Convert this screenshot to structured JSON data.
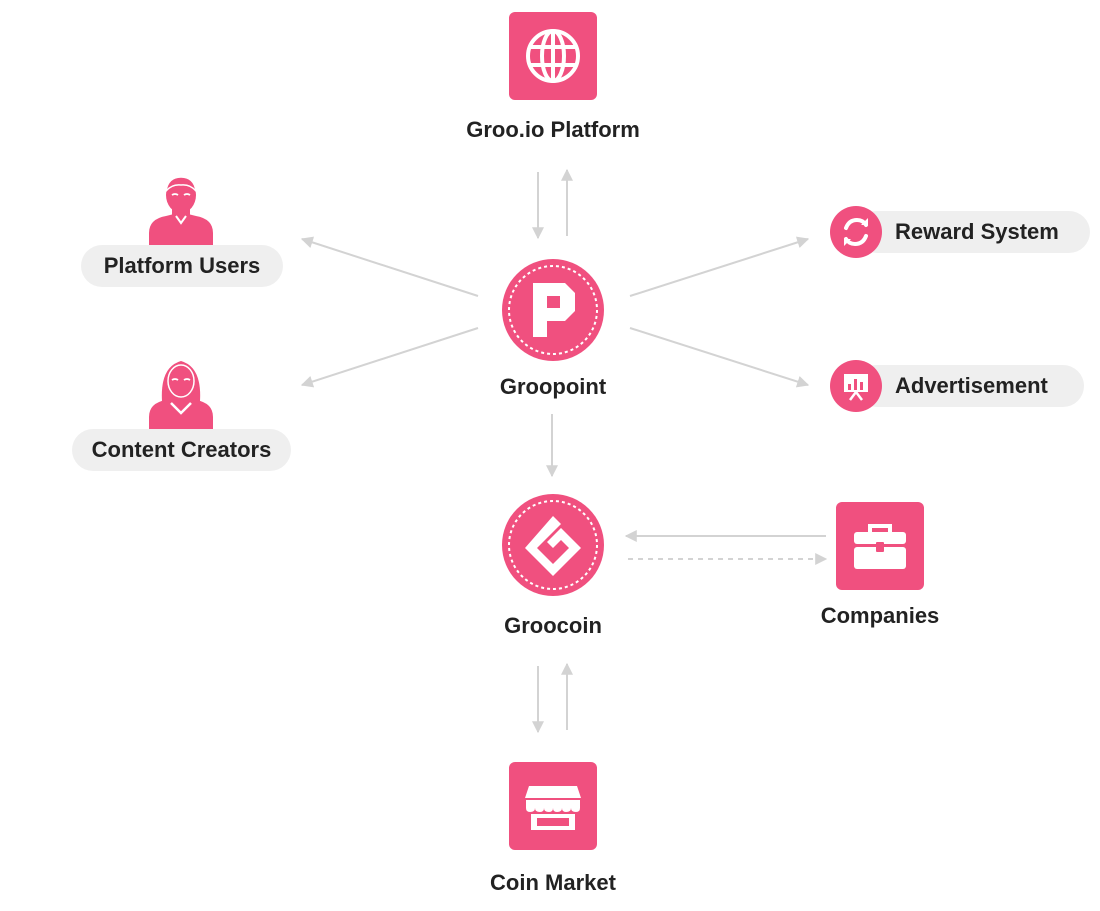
{
  "colors": {
    "accent": "#f0507f",
    "arrow": "#d3d3d3",
    "pill": "#efefef",
    "text": "#222222"
  },
  "nodes": {
    "platform": {
      "label": "Groo.io Platform",
      "icon": "globe-icon"
    },
    "groopoint": {
      "label": "Groopoint",
      "icon": "groopoint-logo-icon"
    },
    "groocoin": {
      "label": "Groocoin",
      "icon": "groocoin-logo-icon"
    },
    "coin_market": {
      "label": "Coin Market",
      "icon": "storefront-icon"
    },
    "companies": {
      "label": "Companies",
      "icon": "briefcase-icon"
    },
    "platform_users": {
      "label": "Platform Users",
      "icon": "male-user-icon"
    },
    "content_creators": {
      "label": "Content Creators",
      "icon": "female-user-icon"
    },
    "reward_system": {
      "label": "Reward System",
      "icon": "refresh-icon"
    },
    "advertisement": {
      "label": "Advertisement",
      "icon": "presentation-chart-icon"
    }
  },
  "edges": [
    {
      "from": "platform",
      "to": "groopoint",
      "style": "solid"
    },
    {
      "from": "groopoint",
      "to": "platform",
      "style": "solid"
    },
    {
      "from": "groopoint",
      "to": "platform_users",
      "style": "solid"
    },
    {
      "from": "groopoint",
      "to": "content_creators",
      "style": "solid"
    },
    {
      "from": "groopoint",
      "to": "reward_system",
      "style": "solid"
    },
    {
      "from": "groopoint",
      "to": "advertisement",
      "style": "solid"
    },
    {
      "from": "groopoint",
      "to": "groocoin",
      "style": "solid"
    },
    {
      "from": "companies",
      "to": "groocoin",
      "style": "solid"
    },
    {
      "from": "groocoin",
      "to": "companies",
      "style": "dashed"
    },
    {
      "from": "groocoin",
      "to": "coin_market",
      "style": "solid"
    },
    {
      "from": "coin_market",
      "to": "groocoin",
      "style": "solid"
    }
  ]
}
